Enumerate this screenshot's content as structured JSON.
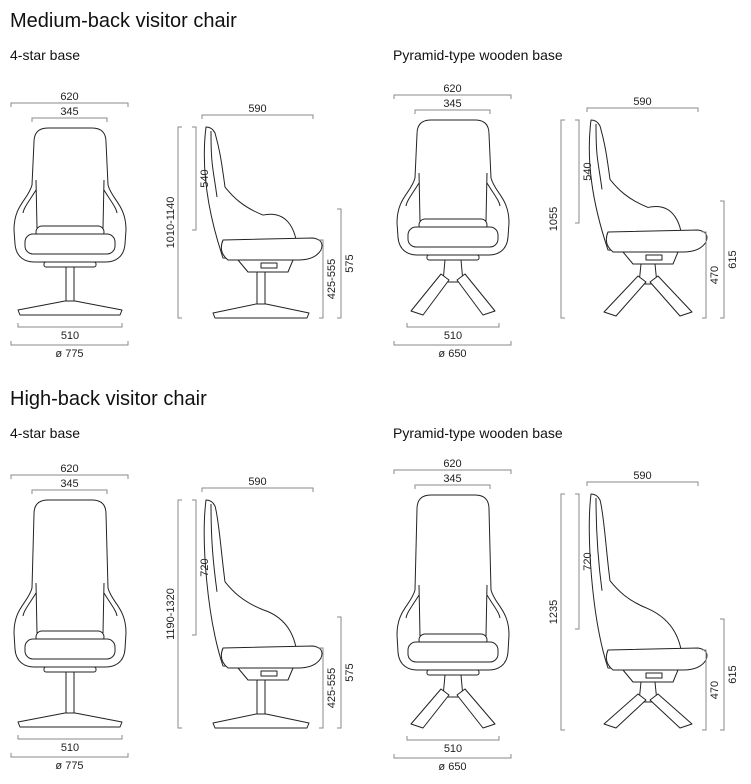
{
  "sections": [
    {
      "title": "Medium-back visitor chair",
      "variants": [
        {
          "label": "4-star base",
          "dims": {
            "front_width": "620",
            "back_width": "345",
            "base_width": "510",
            "base_diameter": "ø 775",
            "depth": "590",
            "total_height": "1010-1140",
            "back_height": "540",
            "seat_height": "425-555",
            "armrest_height": "575"
          }
        },
        {
          "label": "Pyramid-type wooden base",
          "dims": {
            "front_width": "620",
            "back_width": "345",
            "base_width": "510",
            "base_diameter": "ø 650",
            "depth": "590",
            "total_height": "1055",
            "back_height": "540",
            "seat_height": "470",
            "armrest_height": "615"
          }
        }
      ]
    },
    {
      "title": "High-back visitor chair",
      "variants": [
        {
          "label": "4-star base",
          "dims": {
            "front_width": "620",
            "back_width": "345",
            "base_width": "510",
            "base_diameter": "ø 775",
            "depth": "590",
            "total_height": "1190-1320",
            "back_height": "720",
            "seat_height": "425-555",
            "armrest_height": "575"
          }
        },
        {
          "label": "Pyramid-type wooden base",
          "dims": {
            "front_width": "620",
            "back_width": "345",
            "base_width": "510",
            "base_diameter": "ø 650",
            "depth": "590",
            "total_height": "1235",
            "back_height": "720",
            "seat_height": "470",
            "armrest_height": "615"
          }
        }
      ]
    }
  ]
}
